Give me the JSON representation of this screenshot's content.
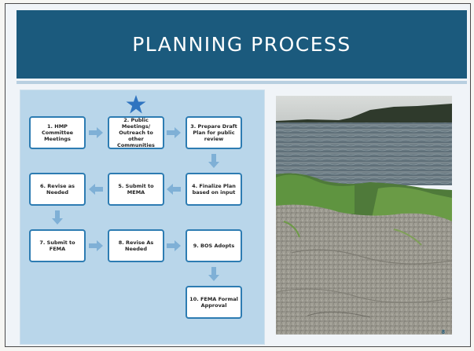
{
  "slide": {
    "title": "PLANNING PROCESS",
    "page_number": "8"
  },
  "flow": {
    "steps": [
      {
        "label": "1. HMP\nCommittee\nMeetings"
      },
      {
        "label": "2. Public\nMeetings/\nOutreach to other\nCommunities"
      },
      {
        "label": "3. Prepare Draft\nPlan for public\nreview"
      },
      {
        "label": "4. Finalize Plan\nbased on input"
      },
      {
        "label": "5. Submit to\nMEMA"
      },
      {
        "label": "6. Revise as\nNeeded"
      },
      {
        "label": "7. Submit to\nFEMA"
      },
      {
        "label": "8. Revise As\nNeeded"
      },
      {
        "label": "9. BOS Adopts"
      },
      {
        "label": "10. FEMA Formal\nApproval"
      }
    ],
    "highlighted_step": 2,
    "colors": {
      "box_border": "#2d7cb2",
      "arrow": "#7fb0d6",
      "star": "#2f74c0",
      "background": "#b9d6ea"
    }
  },
  "photo": {
    "subject": "lake shoreline photo"
  }
}
